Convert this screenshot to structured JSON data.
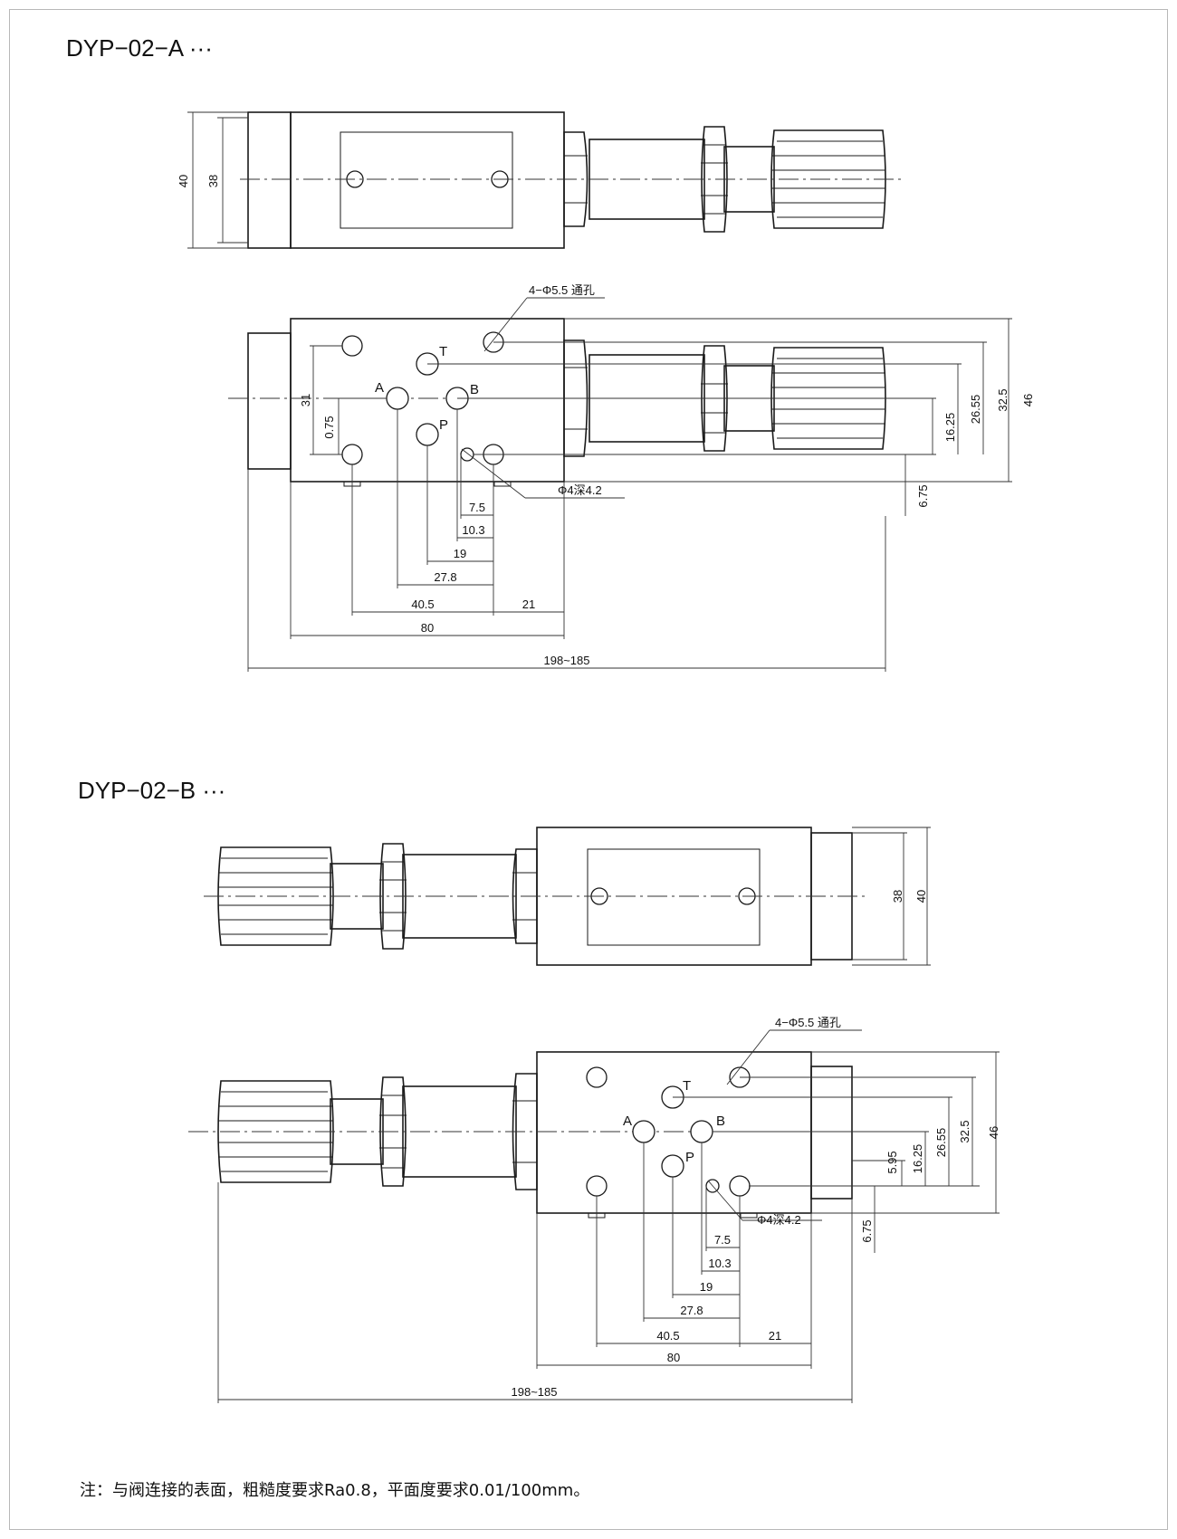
{
  "drawings": [
    {
      "title": "DYP−02−A ···",
      "view_height_outer": "40",
      "view_height_inner": "38",
      "port_labels": {
        "t": "T",
        "a": "A",
        "b": "B",
        "p": "P"
      },
      "hole_callout": "4−Φ5.5 通孔",
      "pin_callout": "Φ4深4.2",
      "dims_vertical": [
        "31",
        "0.75",
        "16.25",
        "26.55",
        "32.5",
        "46",
        "6.75"
      ],
      "dims_horizontal": [
        "7.5",
        "10.3",
        "19",
        "27.8",
        "40.5",
        "21",
        "80",
        "198~185"
      ]
    },
    {
      "title": "DYP−02−B ···",
      "view_height_inner": "38",
      "view_height_outer": "40",
      "port_labels": {
        "t": "T",
        "a": "A",
        "b": "B",
        "p": "P"
      },
      "hole_callout": "4−Φ5.5 通孔",
      "pin_callout": "Φ4深4.2",
      "dims_vertical": [
        "5.95",
        "16.25",
        "26.55",
        "32.5",
        "46",
        "6.75"
      ],
      "dims_horizontal": [
        "7.5",
        "10.3",
        "19",
        "27.8",
        "40.5",
        "21",
        "80",
        "198~185"
      ]
    }
  ],
  "note": "注：与阀连接的表面，粗糙度要求Ra0.8，平面度要求0.01/100mm。"
}
